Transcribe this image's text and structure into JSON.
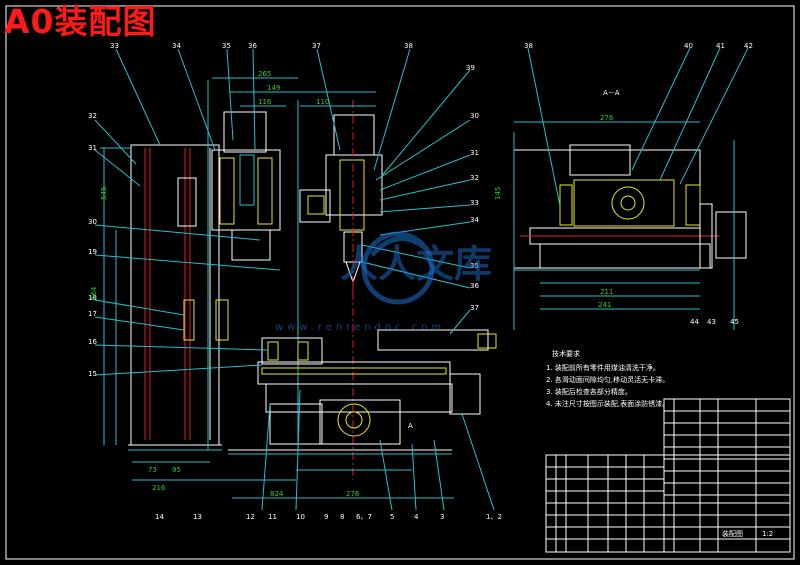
{
  "title": "A0装配图",
  "section_label": "A－A",
  "section_marker": "A",
  "watermark": {
    "cn": "人人文库",
    "url": "www.renrendoc.com"
  },
  "dims_main": [
    "265",
    "149",
    "116",
    "110",
    "545",
    "664",
    "73",
    "95",
    "216",
    "824",
    "276"
  ],
  "dims_side": [
    "276",
    "145",
    "241",
    "211"
  ],
  "parts_top": [
    "33",
    "34",
    "35",
    "36",
    "37",
    "38",
    "39"
  ],
  "parts_left": [
    "32",
    "31",
    "30",
    "19",
    "18",
    "17",
    "16",
    "15"
  ],
  "parts_right": [
    "30",
    "31",
    "32",
    "33",
    "34",
    "35",
    "36",
    "37"
  ],
  "parts_side_top": [
    "38",
    "40",
    "41",
    "42"
  ],
  "parts_side_bottom": [
    "44",
    "43",
    "45"
  ],
  "parts_bottom": [
    "14",
    "13",
    "12",
    "11",
    "10",
    "9",
    "8",
    "6、7",
    "5",
    "4",
    "3",
    "1、2"
  ],
  "tech_heading": "技术要求",
  "tech_notes": [
    "1. 装配前所有零件用煤油清洗干净。",
    "2. 各滑动面间隙均匀,移动灵活无卡滞。",
    "3. 装配后检查各部分精度。",
    "4. 未注尺寸按图示装配,表面涂防锈漆。"
  ],
  "title_block": {
    "name": "装配图",
    "scale": "1:2"
  }
}
